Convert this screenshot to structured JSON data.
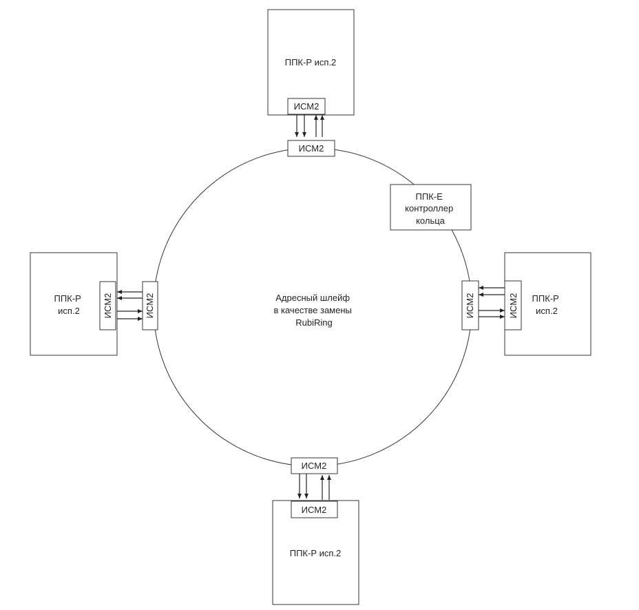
{
  "ring": {
    "label_lines": [
      "Адресный шлейф",
      "в качестве замены",
      "RubiRing"
    ]
  },
  "controller": {
    "label_lines": [
      "ППК-Е",
      "контроллер",
      "кольца"
    ]
  },
  "module_label": "ИСМ2",
  "nodes": {
    "top": {
      "device_lines": [
        "ППК-Р исп.2"
      ]
    },
    "bottom": {
      "device_lines": [
        "ППК-Р исп.2"
      ]
    },
    "left": {
      "device_lines": [
        "ППК-Р",
        "исп.2"
      ]
    },
    "right": {
      "device_lines": [
        "ППК-Р",
        "исп.2"
      ]
    }
  },
  "colors": {
    "line": "#222222",
    "box_border": "#333333",
    "background": "#ffffff"
  }
}
